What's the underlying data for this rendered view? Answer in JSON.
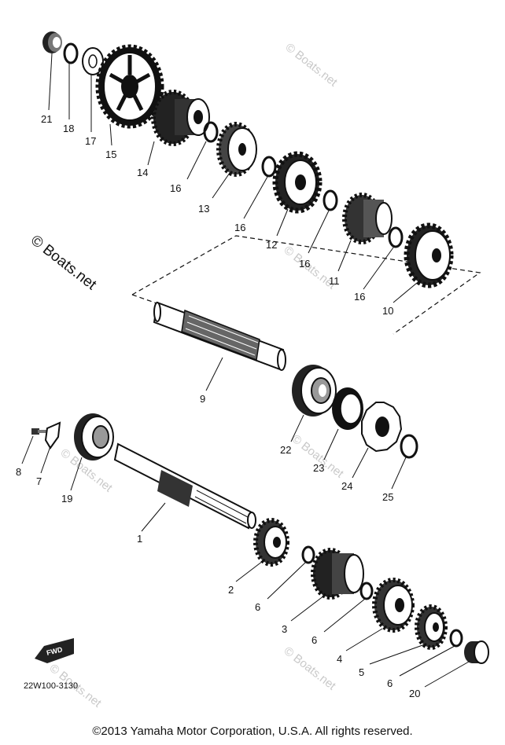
{
  "diagram": {
    "part_code": "22W100-3130",
    "fwd_label": "FWD",
    "watermarks": [
      "© Boats.net",
      "© Boats.net",
      "© Boats.net",
      "© Boats.net",
      "© Boats.net",
      "© Boats.net"
    ],
    "callouts": [
      {
        "id": "21",
        "label": "21"
      },
      {
        "id": "18",
        "label": "18"
      },
      {
        "id": "17",
        "label": "17"
      },
      {
        "id": "15",
        "label": "15"
      },
      {
        "id": "14",
        "label": "14"
      },
      {
        "id": "16a",
        "label": "16"
      },
      {
        "id": "13",
        "label": "13"
      },
      {
        "id": "16b",
        "label": "16"
      },
      {
        "id": "12",
        "label": "12"
      },
      {
        "id": "16c",
        "label": "16"
      },
      {
        "id": "11",
        "label": "11"
      },
      {
        "id": "16d",
        "label": "16"
      },
      {
        "id": "10",
        "label": "10"
      },
      {
        "id": "9",
        "label": "9"
      },
      {
        "id": "22",
        "label": "22"
      },
      {
        "id": "23",
        "label": "23"
      },
      {
        "id": "24",
        "label": "24"
      },
      {
        "id": "25",
        "label": "25"
      },
      {
        "id": "8",
        "label": "8"
      },
      {
        "id": "7",
        "label": "7"
      },
      {
        "id": "19",
        "label": "19"
      },
      {
        "id": "1",
        "label": "1"
      },
      {
        "id": "2",
        "label": "2"
      },
      {
        "id": "6a",
        "label": "6"
      },
      {
        "id": "3",
        "label": "3"
      },
      {
        "id": "6b",
        "label": "6"
      },
      {
        "id": "4",
        "label": "4"
      },
      {
        "id": "5",
        "label": "5"
      },
      {
        "id": "6c",
        "label": "6"
      },
      {
        "id": "20",
        "label": "20"
      }
    ]
  },
  "footer": {
    "copyright": "©2013 Yamaha Motor Corporation, U.S.A. All rights reserved."
  }
}
